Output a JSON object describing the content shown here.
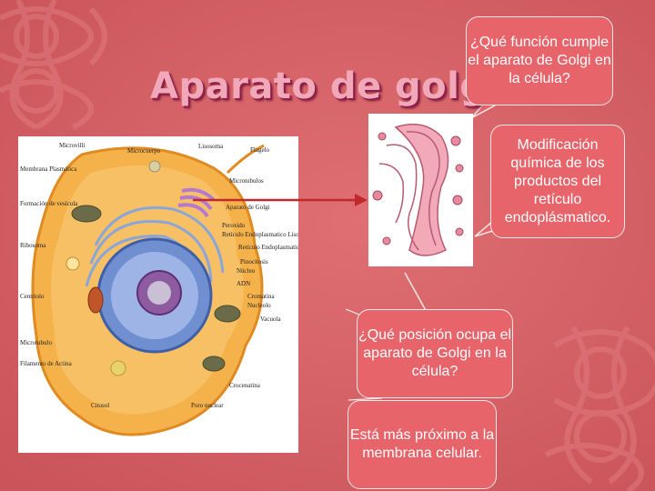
{
  "slide": {
    "title": "Aparato de golgi",
    "colors": {
      "background": "#d65f63",
      "bubble": "#e6646a",
      "title": "#f1a9ba"
    }
  },
  "callouts": {
    "q1": "¿Qué función cumple el aparato de Golgi en la célula?",
    "a1": "Modificación química de los productos del retículo endoplásmatico.",
    "q2": "¿Qué posición ocupa el aparato de Golgi en la célula?",
    "a2": "Está más próximo a la membrana celular."
  },
  "cell_diagram": {
    "labels": {
      "microvilli": "Microvilli",
      "microcuerpo": "Microcuerpo",
      "lisosoma": "Lisosoma",
      "flagelo": "Flagelo",
      "membrana_plasmatica": "Membrana Plasmática",
      "microtubulos_top": "Microtubulos",
      "formacion_vesicula": "Formación de vesícula",
      "aparato_golgi": "Aparato de Golgi",
      "peroxido": "Peroxido",
      "reticulo_liso": "Retículo Endoplasmatico Liso",
      "reticulo_rugoso": "Retículo Endoplasmatico Rugoso",
      "ribosoma": "Ribosoma",
      "pinocitosis": "Pinocitosis",
      "nucleo": "Núcleo",
      "centriolo": "Centriolo",
      "adn": "ADN",
      "cromatina": "Cromatina",
      "nucleolo": "Nucleolo",
      "vacuola": "Vacuola",
      "microtubulo_left": "Microtubulo",
      "filamento_actina": "Filamento de Actina",
      "citosol": "Citosol",
      "poro_nuclear": "Poro nuclear",
      "crocenatina": "Crocenatina"
    }
  }
}
